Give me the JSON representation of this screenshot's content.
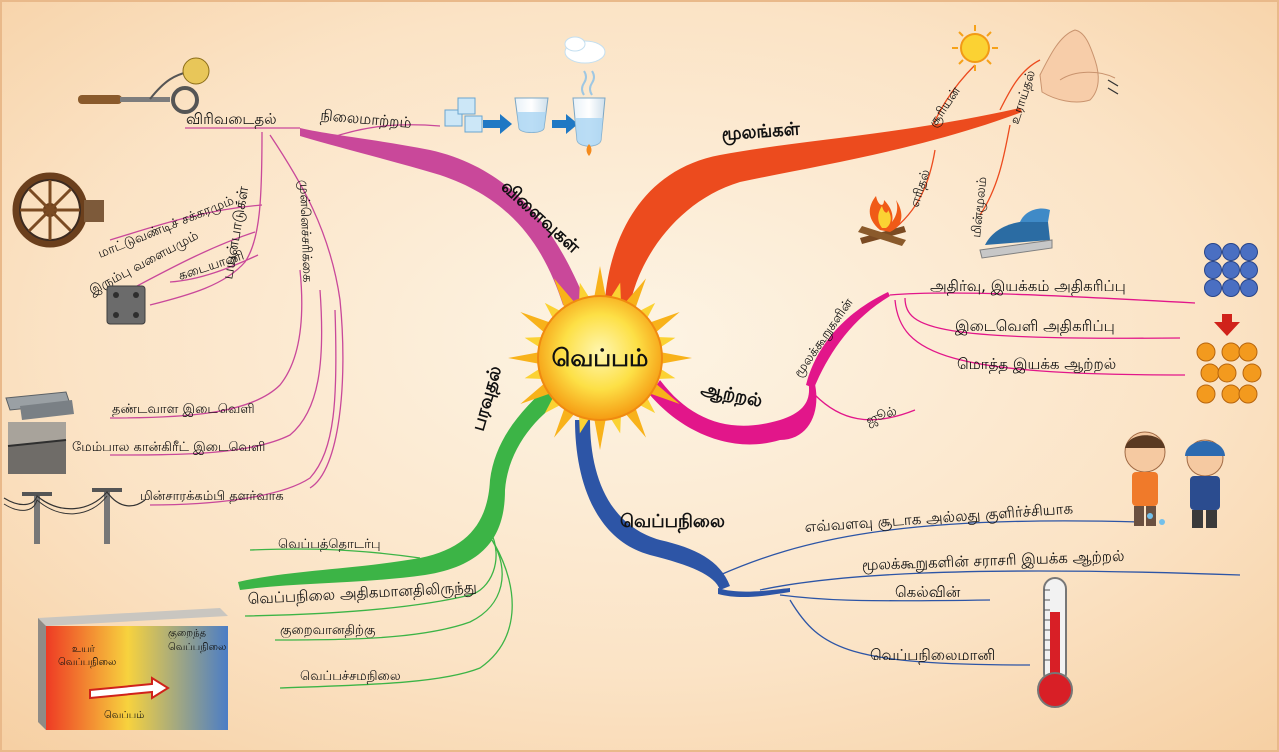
{
  "center": {
    "label": "வெப்பம்"
  },
  "branches": {
    "effects": {
      "label": "விளைவுகள்",
      "expansion": "விரிவடைதல்",
      "state_change": "நிலைமாற்றம்",
      "applications": "பயன்பாடுகள்",
      "applications_items": [
        "மாட்டுவண்டிச் சக்கரமும்,",
        "இரும்பு வளையமும்",
        "கடையாணி"
      ],
      "precautions": "முன்னெச்சரிக்கை",
      "precautions_items": [
        "தண்டவாள இடைவெளி",
        "மேம்பால கான்கிரீட் இடைவெளி",
        "மின்சாரக்கம்பி தளர்வாக"
      ]
    },
    "sources": {
      "label": "மூலங்கள்",
      "items": [
        "சூரியன்",
        "உராய்தல்",
        "எரிதல்",
        "மின்மூலம்"
      ]
    },
    "energy": {
      "label": "ஆற்றல்",
      "particles": "மூலக்கூறுகளின்",
      "particle_items": [
        "அதிர்வு, இயக்கம் அதிகரிப்பு",
        "இடைவெளி அதிகரிப்பு",
        "மொத்த இயக்க ஆற்றல்"
      ],
      "unit": "ஜூல்"
    },
    "temperature": {
      "label": "வெப்பநிலை",
      "items": [
        "எவ்வளவு சூடாக அல்லது குளிர்ச்சியாக",
        "மூலக்கூறுகளின் சராசரி இயக்க ஆற்றல்",
        "கெல்வின்",
        "வெப்பநிலைமானி"
      ]
    },
    "flow": {
      "label": "பரவுதல்",
      "items": [
        "வெப்பத்தொடர்பு",
        "வெப்பநிலை அதிகமானதிலிருந்து",
        "குறைவானதிற்கு",
        "வெப்பச்சமநிலை"
      ]
    }
  },
  "heat_box": {
    "high": [
      "உயர்",
      "வெப்பநிலை"
    ],
    "low": [
      "குறைந்த",
      "வெப்பநிலை"
    ],
    "arrow": "வெப்பம்"
  },
  "colors": {
    "effects": "#c9489a",
    "sources": "#ec4b1e",
    "energy": "#e2168a",
    "temperature": "#2d55a6",
    "flow": "#3cb446",
    "sun": "#f6b81a"
  }
}
